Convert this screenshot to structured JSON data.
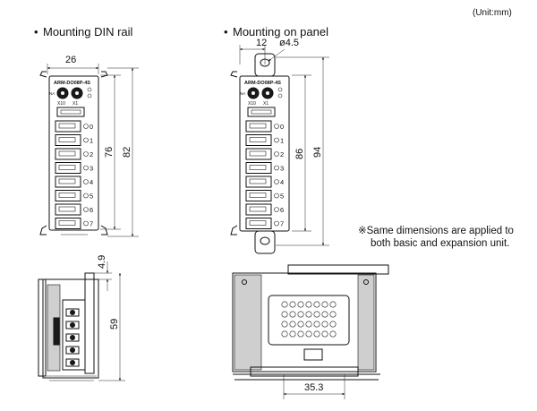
{
  "unit_label": "(Unit:mm)",
  "views": {
    "din_rail": {
      "title": "Mounting DIN rail",
      "model_label": "ARM-DO08P-4S",
      "switch_labels": [
        "X10",
        "X1"
      ],
      "na_label": "NA",
      "width": "26",
      "inner_height": "76",
      "outer_height": "82",
      "channels": [
        "0",
        "1",
        "2",
        "3",
        "4",
        "5",
        "6",
        "7"
      ]
    },
    "panel": {
      "title": "Mounting on panel",
      "model_label": "ARM-DO08P-4S",
      "switch_labels": [
        "X10",
        "X1"
      ],
      "na_label": "NA",
      "hole_offset": "12",
      "hole_diameter": "ø4.5",
      "inner_height": "86",
      "outer_height": "94",
      "channels": [
        "0",
        "1",
        "2",
        "3",
        "4",
        "5",
        "6",
        "7"
      ]
    },
    "side": {
      "offset": "4.9",
      "height": "59"
    },
    "rear": {
      "rail_width": "35.3"
    }
  },
  "note": {
    "line1": "※Same dimensions are applied to",
    "line2": "both basic and expansion unit."
  }
}
